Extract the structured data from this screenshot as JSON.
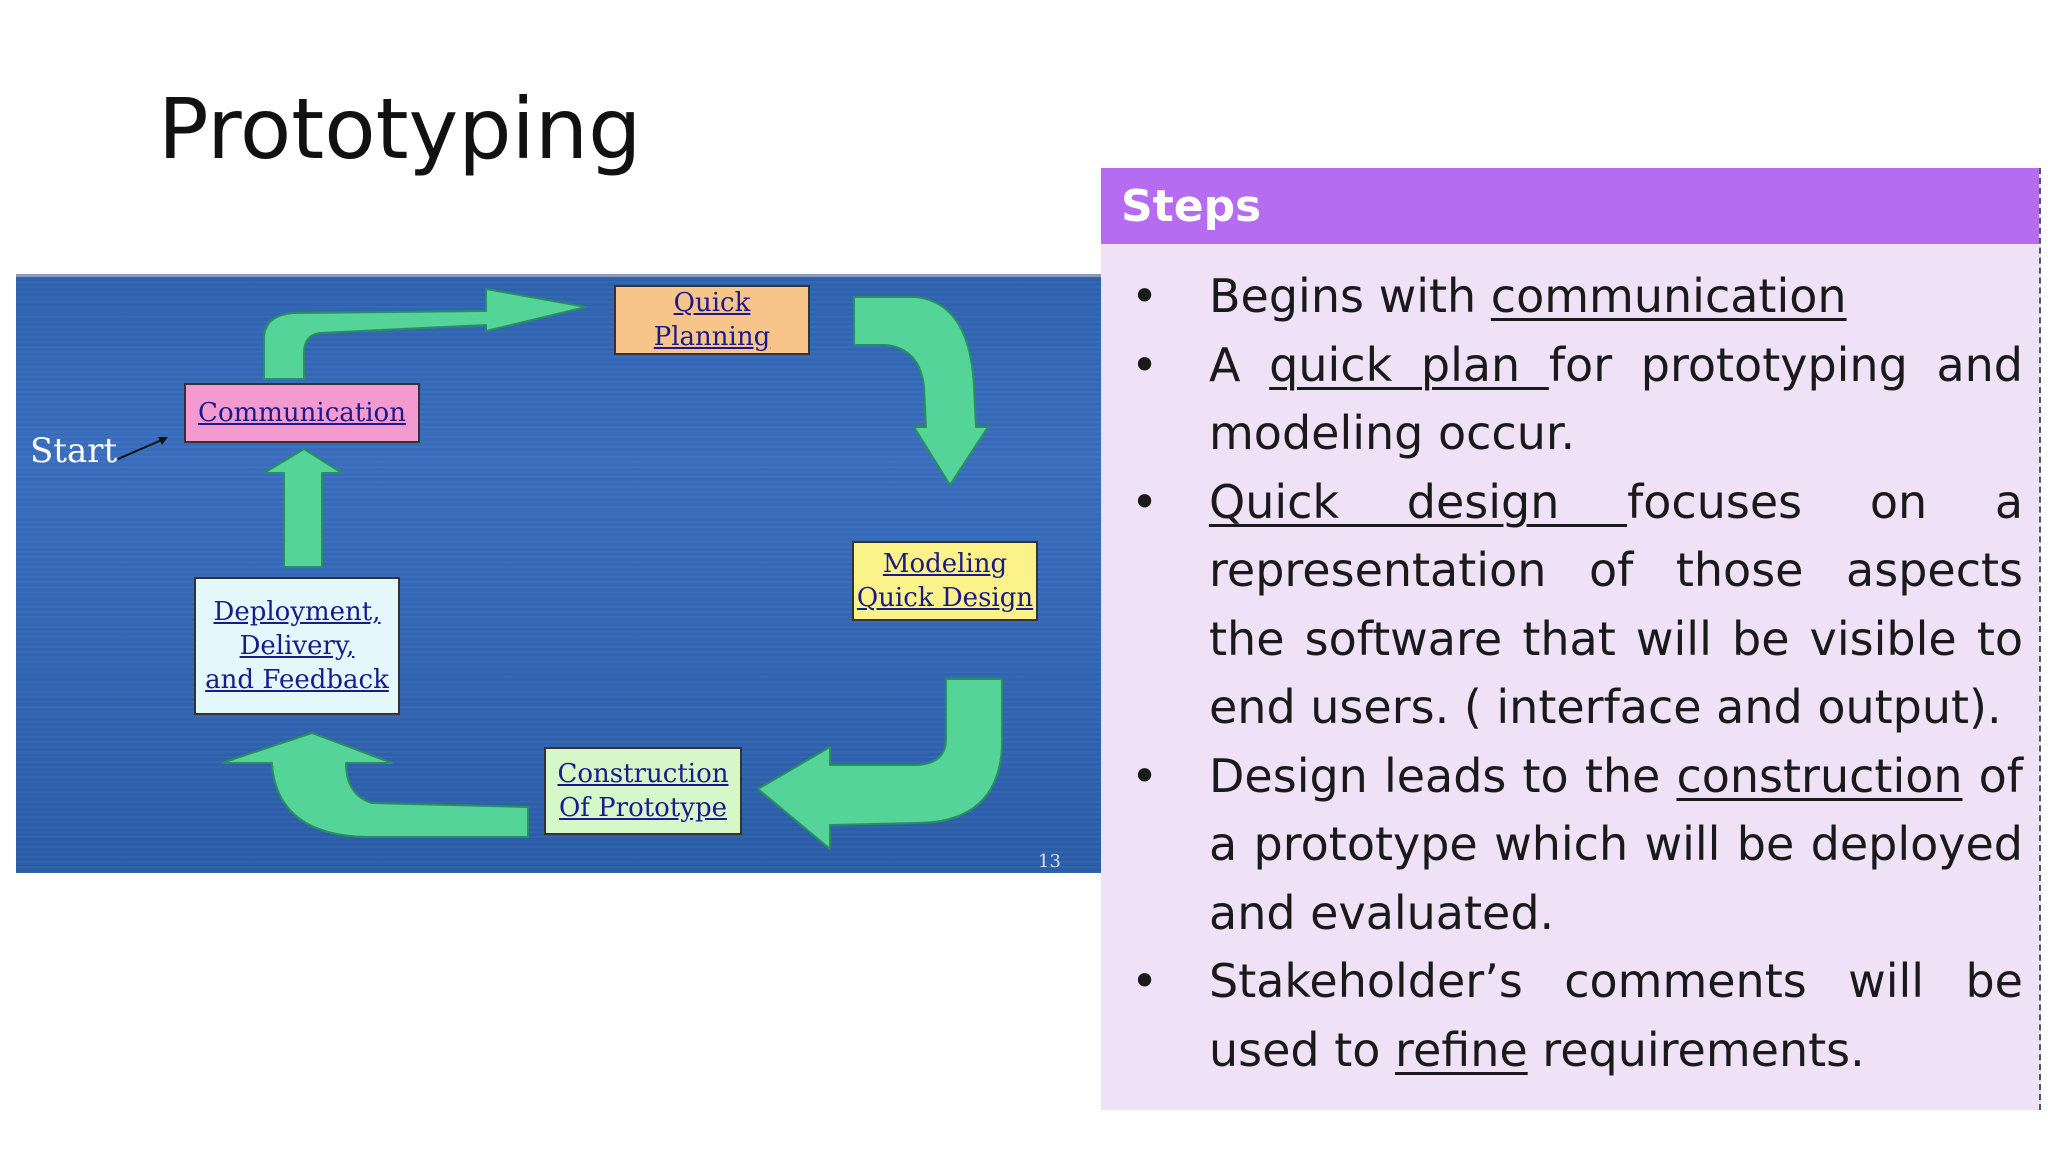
{
  "slide": {
    "title": "Prototyping"
  },
  "diagram": {
    "start_label": "Start",
    "page_number": "13",
    "boxes": {
      "communication": {
        "lines": [
          "Communication"
        ],
        "color": "#f39ad0"
      },
      "quick_planning": {
        "lines": [
          "Quick",
          "Planning"
        ],
        "color": "#f7c48a"
      },
      "modeling": {
        "lines": [
          "Modeling",
          "Quick Design"
        ],
        "color": "#fbf38a"
      },
      "construction": {
        "lines": [
          "Construction",
          "Of Prototype"
        ],
        "color": "#d6f7c8"
      },
      "deployment": {
        "lines": [
          "Deployment,",
          "Delivery,",
          "and Feedback"
        ],
        "color": "#e4f8fb"
      }
    },
    "arrow_color": "#55d49a"
  },
  "steps": {
    "header": "Steps",
    "bullet": "•",
    "items": [
      {
        "segments": [
          {
            "text": "Begins with "
          },
          {
            "text": "communication",
            "u": true
          }
        ]
      },
      {
        "segments": [
          {
            "text": "A "
          },
          {
            "text": "quick plan ",
            "u": true
          },
          {
            "text": "for prototyping and modeling occur."
          }
        ]
      },
      {
        "segments": [
          {
            "text": "Quick design ",
            "u": true
          },
          {
            "text": "focuses on a representation of those aspects the software that will be visible to end users. ( interface and output)."
          }
        ]
      },
      {
        "segments": [
          {
            "text": "Design leads to the "
          },
          {
            "text": "construction",
            "u": true
          },
          {
            "text": " of a prototype which will be deployed and evaluated."
          }
        ]
      },
      {
        "segments": [
          {
            "text": "Stakeholder’s comments will be used to "
          },
          {
            "text": "refine",
            "u": true
          },
          {
            "text": " requirements."
          }
        ]
      }
    ]
  }
}
